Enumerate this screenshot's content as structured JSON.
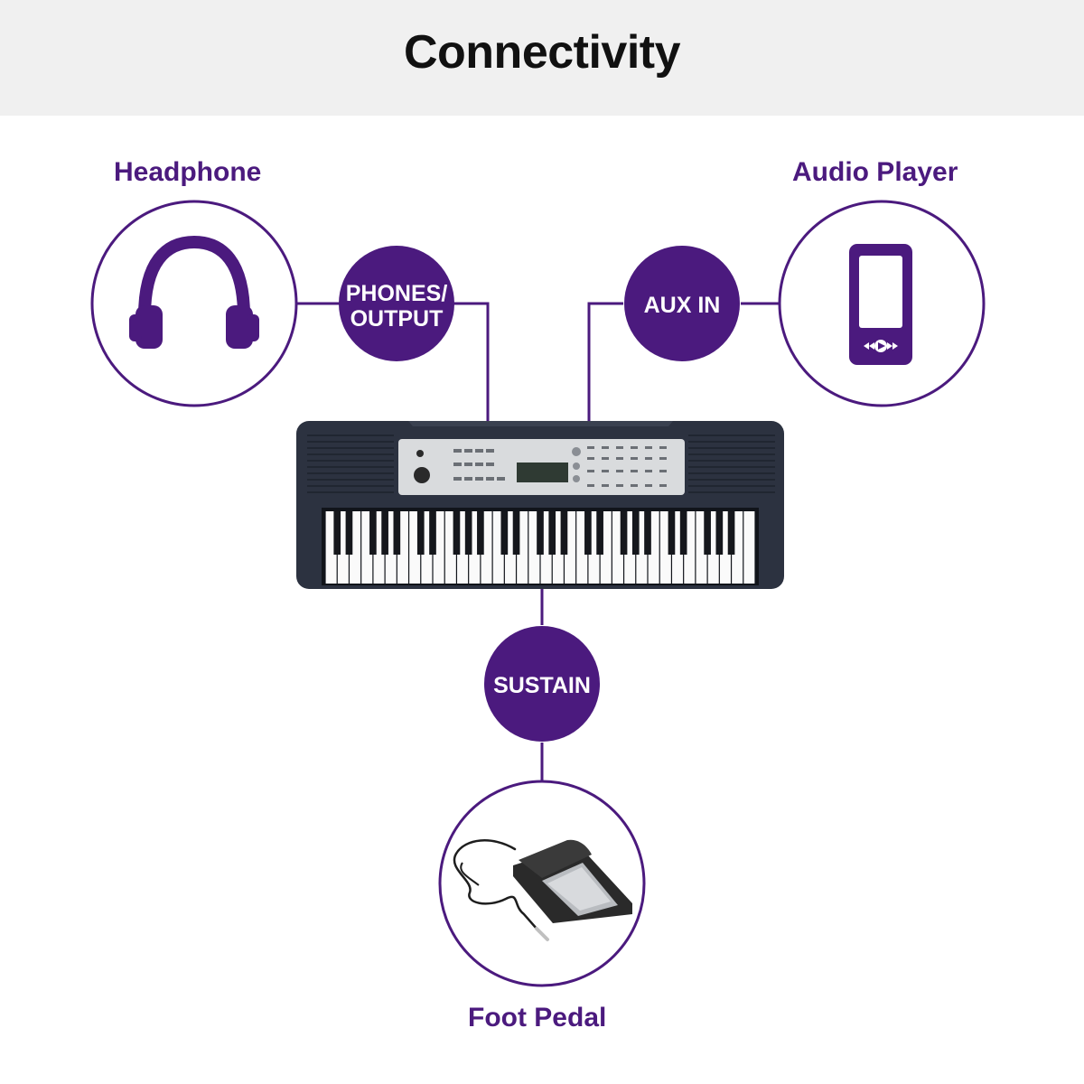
{
  "title": "Connectivity",
  "devices": {
    "headphone": "Headphone",
    "audio_player": "Audio Player",
    "foot_pedal": "Foot Pedal"
  },
  "ports": {
    "phones_line1": "PHONES/",
    "phones_line2": "OUTPUT",
    "aux_in": "AUX IN",
    "sustain": "SUSTAIN"
  },
  "colors": {
    "accent": "#4b1a7e",
    "header_bg": "#f0f0f0",
    "keyboard_body": "#2c3240",
    "panel": "#d9dbdd"
  }
}
